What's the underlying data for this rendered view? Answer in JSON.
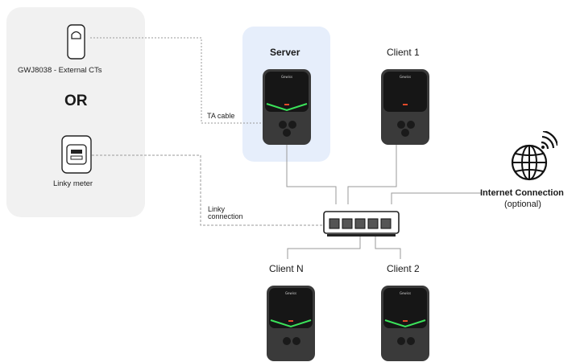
{
  "left_panel": {
    "ct_label": "GWJ8038 - External CTs",
    "or_label": "OR",
    "meter_label": "Linky meter"
  },
  "cables": {
    "ta_cable": "TA cable",
    "linky_line1": "Linky",
    "linky_line2": "connection"
  },
  "chargers": {
    "server": "Server",
    "client1": "Client 1",
    "clientN": "Client N",
    "client2": "Client 2",
    "brand_text": "Gewiss"
  },
  "internet": {
    "title": "Internet Connection",
    "subtitle": "(optional)"
  },
  "switch": {
    "port_count": 5
  }
}
